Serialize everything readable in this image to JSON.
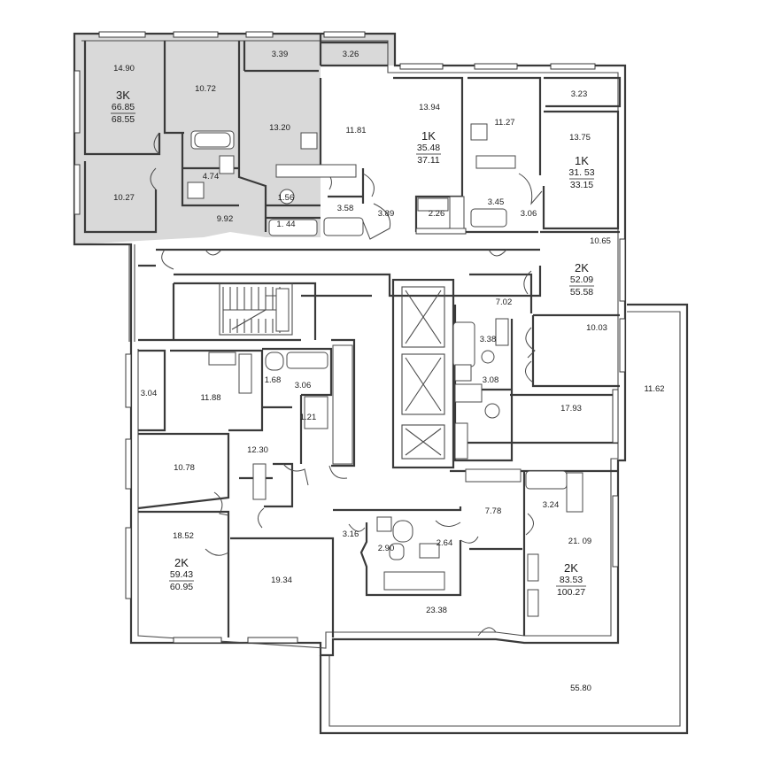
{
  "rooms": [
    {
      "id": "r1",
      "area": "14.90"
    },
    {
      "id": "r2",
      "area": "10.72"
    },
    {
      "id": "r3",
      "area": "3.39"
    },
    {
      "id": "r4",
      "area": "3.26"
    },
    {
      "id": "r5",
      "area": "13.20"
    },
    {
      "id": "r6",
      "area": "11.81"
    },
    {
      "id": "r7",
      "area": "13.94"
    },
    {
      "id": "r8",
      "area": "11.27"
    },
    {
      "id": "r9",
      "area": "3.23"
    },
    {
      "id": "r10",
      "area": "13.75"
    },
    {
      "id": "r11",
      "area": "4.74"
    },
    {
      "id": "r12",
      "area": "10.27"
    },
    {
      "id": "r13",
      "area": "9.92"
    },
    {
      "id": "r14",
      "area": "1.56"
    },
    {
      "id": "r15",
      "area": "1. 44"
    },
    {
      "id": "r16",
      "area": "3.58"
    },
    {
      "id": "r17",
      "area": "3.89"
    },
    {
      "id": "r18",
      "area": "2.26"
    },
    {
      "id": "r19",
      "area": "3.45"
    },
    {
      "id": "r20",
      "area": "3.06"
    },
    {
      "id": "r21",
      "area": "10.65"
    },
    {
      "id": "r22",
      "area": "7.02"
    },
    {
      "id": "r23",
      "area": "3.38"
    },
    {
      "id": "r24",
      "area": "10.03"
    },
    {
      "id": "r25",
      "area": "3.08"
    },
    {
      "id": "r26",
      "area": "11.62"
    },
    {
      "id": "r27",
      "area": "3.04"
    },
    {
      "id": "r28",
      "area": "11.88"
    },
    {
      "id": "r29",
      "area": "1.68"
    },
    {
      "id": "r30",
      "area": "3.06"
    },
    {
      "id": "r31",
      "area": "1.21"
    },
    {
      "id": "r32",
      "area": "17.93"
    },
    {
      "id": "r33",
      "area": "12.30"
    },
    {
      "id": "r34",
      "area": "10.78"
    },
    {
      "id": "r35",
      "area": "7.78"
    },
    {
      "id": "r36",
      "area": "3.24"
    },
    {
      "id": "r37",
      "area": "18.52"
    },
    {
      "id": "r38",
      "area": "3.16"
    },
    {
      "id": "r39",
      "area": "2.90"
    },
    {
      "id": "r40",
      "area": "2.64"
    },
    {
      "id": "r41",
      "area": "21. 09"
    },
    {
      "id": "r42",
      "area": "19.34"
    },
    {
      "id": "r43",
      "area": "23.38"
    },
    {
      "id": "r44",
      "area": "55.80"
    }
  ],
  "apartments": [
    {
      "id": "a1",
      "type": "3K",
      "living": "66.85",
      "total": "68.55"
    },
    {
      "id": "a2",
      "type": "1K",
      "living": "35.48",
      "total": "37.11"
    },
    {
      "id": "a3",
      "type": "1K",
      "living": "31. 53",
      "total": "33.15"
    },
    {
      "id": "a4",
      "type": "2K",
      "living": "52.09",
      "total": "55.58"
    },
    {
      "id": "a5",
      "type": "2K",
      "living": "59.43",
      "total": "60.95"
    },
    {
      "id": "a6",
      "type": "2K",
      "living": "83.53",
      "total": "100.27"
    }
  ]
}
